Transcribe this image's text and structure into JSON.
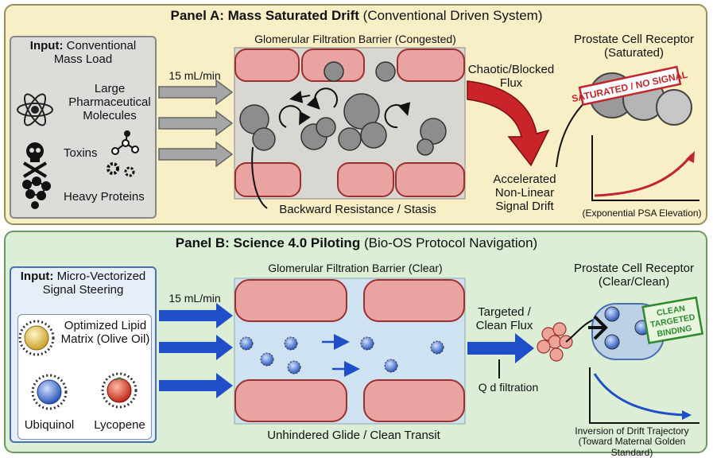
{
  "panelA": {
    "title_bold": "Panel A: Mass Saturated Drift",
    "title_rest": "(Conventional Driven System)",
    "input_label_bold": "Input:",
    "input_label_l1": "Conventional",
    "input_label_l2": "Mass Load",
    "items": [
      "Large",
      "Pharmaceutical",
      "Molecules",
      "Toxins",
      "Heavy Proteins"
    ],
    "flow_rate": "15 mL/min",
    "barrier_title": "Glomerular Filtration Barrier (Congested)",
    "barrier_caption": "Backward Resistance / Stasis",
    "flux_label_l1": "Chaotic/Blocked",
    "flux_label_l2": "Flux",
    "drift_l1": "Accelerated",
    "drift_l2": "Non-Linear",
    "drift_l3": "Signal Drift",
    "receptor_l1": "Prostate Cell Receptor",
    "receptor_l2": "(Saturated)",
    "stamp": "SATURATED / NO SIGNAL",
    "graph_caption": "(Exponential PSA Elevation)",
    "colors": {
      "panel_bg": "#f8efc6",
      "stamp": "#c0262c",
      "curve": "#c0262c"
    }
  },
  "panelB": {
    "title_bold": "Panel B: Science 4.0 Piloting",
    "title_rest": "(Bio-OS Protocol Navigation)",
    "input_label_bold": "Input:",
    "input_label_l1": "Micro-Vectorized",
    "input_label_l2": "Signal Steering",
    "lipid_l1": "Optimized Lipid",
    "lipid_l2": "Matrix (Olive Oil)",
    "ubiquinol": "Ubiquinol",
    "lycopene": "Lycopene",
    "flow_rate": "15 mL/min",
    "barrier_title": "Glomerular Filtration Barrier (Clear)",
    "barrier_caption": "Unhindered Glide / Clean Transit",
    "flux_l1": "Targeted /",
    "flux_l2": "Clean Flux",
    "filtration": "Q d filtration",
    "receptor_l1": "Prostate Cell Receptor",
    "receptor_l2": "(Clear/Clean)",
    "stamp_l1": "CLEAN",
    "stamp_l2": "TARGETED",
    "stamp_l3": "BINDING",
    "graph_l1": "Inversion of Drift Trajectory",
    "graph_l2": "(Toward Maternal Golden Standard)",
    "colors": {
      "panel_bg": "#dcefd6",
      "arrow": "#1f4fc8",
      "stamp": "#2f8a2f"
    }
  }
}
